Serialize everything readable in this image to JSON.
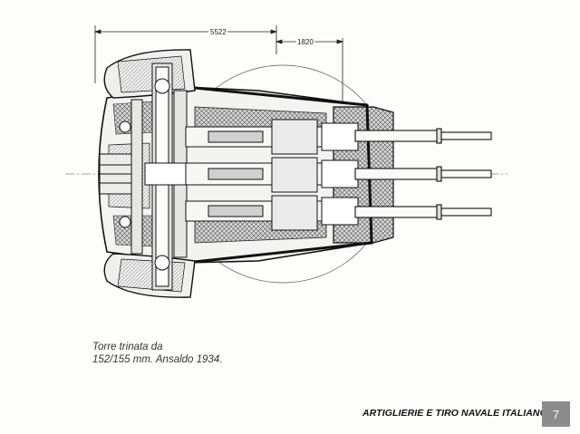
{
  "drawing": {
    "dimension_overall": "5522",
    "dimension_partial": "1820"
  },
  "caption": {
    "line1": "Torre trinata da",
    "line2": "152/155 mm. Ansaldo 1934."
  },
  "footer": {
    "title": "ARTIGLIERIE E TIRO NAVALE ITALIANO",
    "page_number": "7"
  }
}
